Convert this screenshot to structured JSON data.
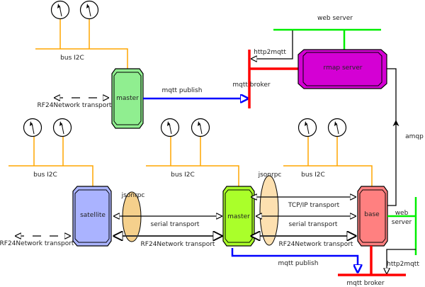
{
  "nodes": {
    "master_top": "master",
    "rmap_server": "rmap server",
    "satellite": "satellite",
    "master_bottom": "master",
    "base": "base"
  },
  "labels": {
    "bus_i2c_top": "bus I2C",
    "bus_i2c_left": "bus I2C",
    "bus_i2c_mid": "bus I2C",
    "bus_i2c_right": "bus I2C",
    "rf24_top": "RF24Network transport",
    "rf24_left": "RF24Network transport",
    "rf24_sat_master": "RF24Network transport",
    "rf24_master_base": "RF24Network transport",
    "mqtt_publish_top": "mqtt publish",
    "mqtt_publish_bottom": "mqtt publish",
    "mqtt_broker_top": "mqtt broker",
    "mqtt_broker_bottom": "mqtt broker",
    "web_server_top": "web server",
    "web_server_bottom_1": "web",
    "web_server_bottom_2": "server",
    "http2mqtt_top": "http2mqtt",
    "http2mqtt_bottom": "http2mqtt",
    "amqp": "amqp",
    "jsonrpc_left": "jsonrpc",
    "jsonrpc_right": "jsonrpc",
    "serial_sat_master": "serial transport",
    "tcpip_master_base": "TCP/IP transport",
    "serial_master_base": "serial transport"
  },
  "colors": {
    "master_top": "#90ee90",
    "rmap_server": "#d400d4",
    "satellite": "#aab3ff",
    "master_bottom": "#aaff2a",
    "base": "#ff8080",
    "bus_i2c": "#ffa500",
    "mqtt": "#0000ff",
    "broker": "#ff0000",
    "web": "#00ee00",
    "jsonrpc_left": "#f5d08c",
    "jsonrpc_right": "#fde0b0"
  }
}
